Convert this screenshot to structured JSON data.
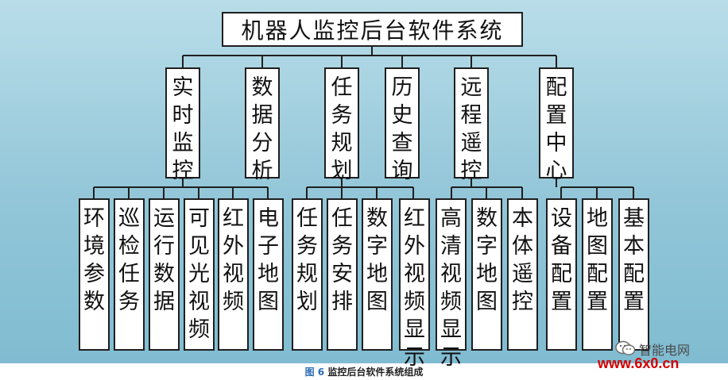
{
  "root": "机器人监控后台软件系统",
  "modules": [
    {
      "name": "实时监控",
      "children": [
        "环境参数",
        "巡检任务",
        "运行数据",
        "可见光视频",
        "红外视频",
        "电子地图"
      ]
    },
    {
      "name": "数据分析",
      "children": []
    },
    {
      "name": "任务规划",
      "children": [
        "任务规划",
        "任务安排",
        "数字地图",
        "红外视频显示"
      ]
    },
    {
      "name": "历史查询",
      "children": []
    },
    {
      "name": "远程遥控",
      "children": [
        "高清视频显示",
        "数字地图",
        "本体遥控"
      ]
    },
    {
      "name": "配置中心",
      "children": [
        "设备配置",
        "地图配置",
        "基本配置"
      ]
    }
  ],
  "caption": {
    "figure": "图 6",
    "text": "监控后台软件系统组成"
  },
  "watermark": {
    "name": "智能电网",
    "url": "www.6x0.cn",
    "icon": "wechat-icon"
  },
  "colors": {
    "background": "#9fd0e0",
    "box_border": "#1f1f1f",
    "caption_figure": "#2d6db5",
    "watermark_url": "#d40000"
  }
}
